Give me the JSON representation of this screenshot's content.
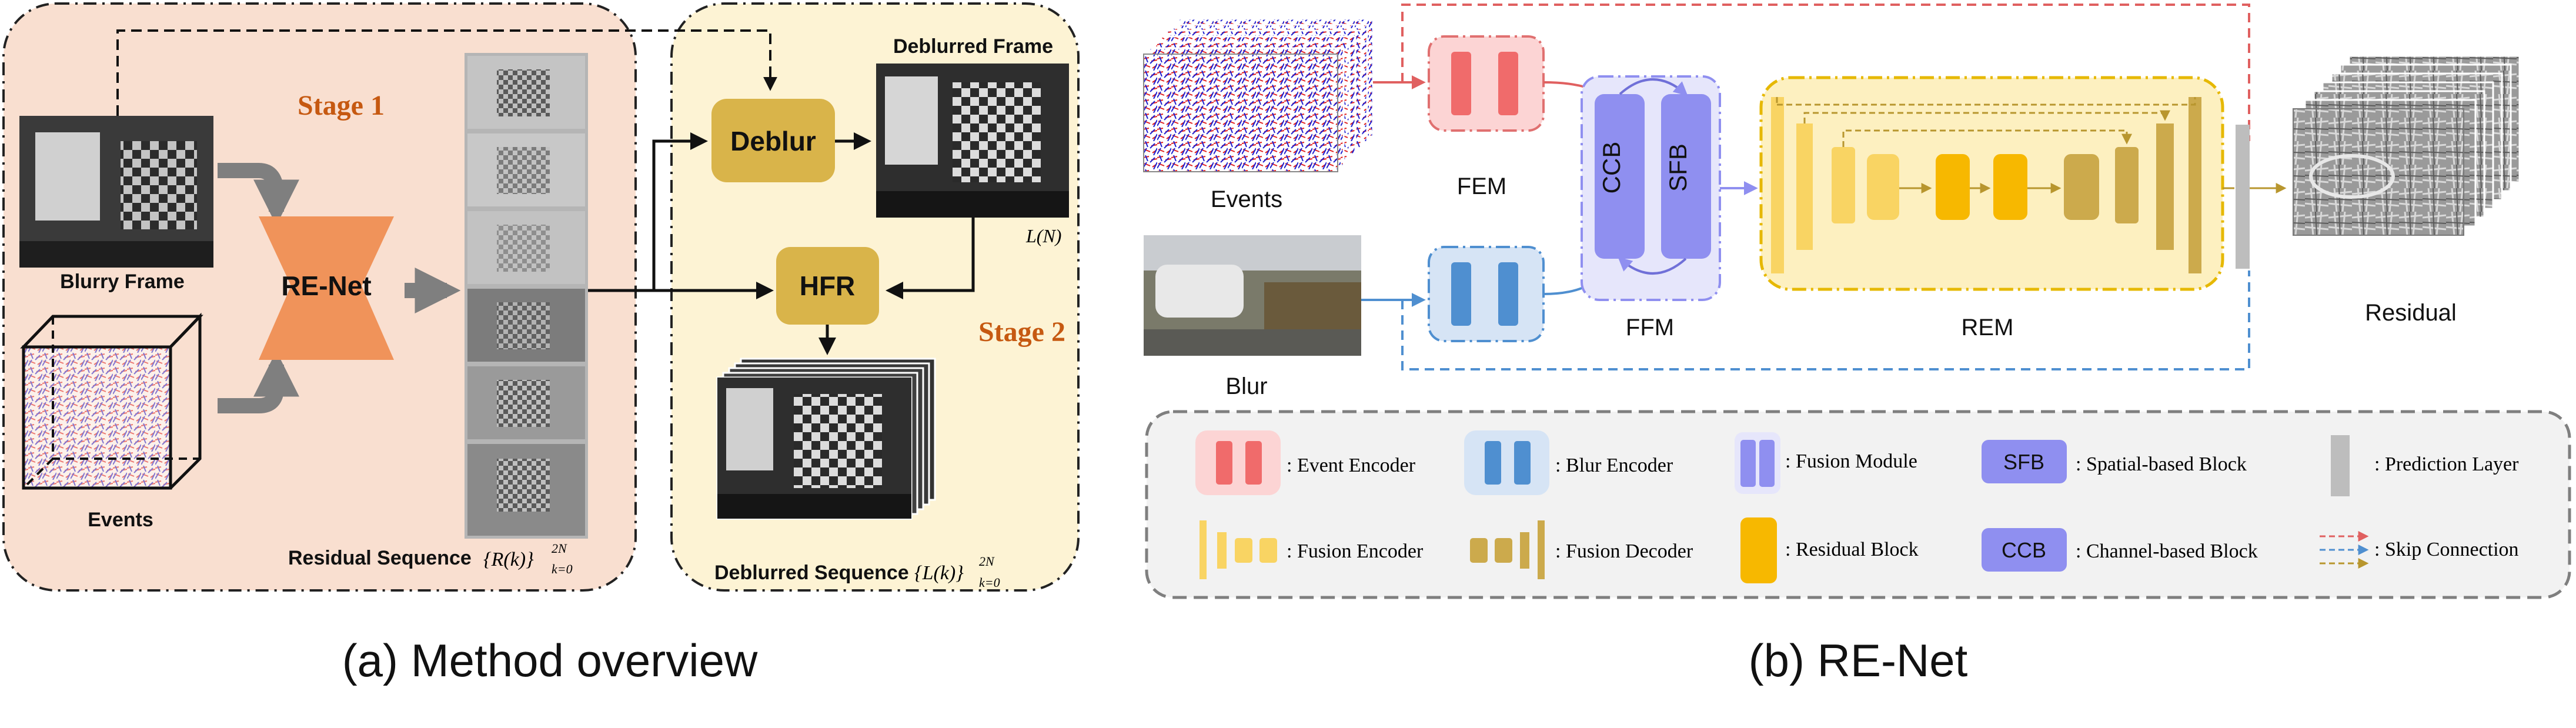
{
  "panel_a": {
    "caption": "(a) Method overview",
    "stage1": "Stage 1",
    "stage2": "Stage 2",
    "blurry_frame_label": "Blurry Frame",
    "events_label": "Events",
    "renet_label": "RE-Net",
    "residual_sequence_label": "Residual Sequence",
    "residual_sequence_math": "{R(k)}",
    "residual_sequence_sup": "2N",
    "residual_sequence_sub": "k=0",
    "deblur_label": "Deblur",
    "deblurred_frame_label": "Deblurred Frame",
    "hfr_label": "HFR",
    "ln_label": "L(N)",
    "deblurred_sequence_label": "Deblurred Sequence",
    "deblurred_sequence_math": "{L(k)}",
    "deblurred_sequence_sup": "2N",
    "deblurred_sequence_sub": "k=0"
  },
  "panel_b": {
    "caption": "(b) RE-Net",
    "events_label": "Events",
    "blur_label": "Blur",
    "fem_label": "FEM",
    "ffm_label": "FFM",
    "rem_label": "REM",
    "residual_label": "Residual",
    "ccb_short": "CCB",
    "sfb_short": "SFB"
  },
  "legend": {
    "event_encoder": ": Event Encoder",
    "blur_encoder": ": Blur Encoder",
    "fusion_module": ": Fusion Module",
    "spatial_block": ": Spatial-based Block",
    "prediction_layer": ": Prediction Layer",
    "fusion_encoder": ": Fusion Encoder",
    "fusion_decoder": ": Fusion Decoder",
    "residual_block": ": Residual Block",
    "channel_block": ": Channel-based Block",
    "skip_connection": ": Skip Connection",
    "sfb_badge": "SFB",
    "ccb_badge": "CCB"
  },
  "colors": {
    "stage1_bg": "#f9dfd0",
    "stage2_bg": "#fdf3d4",
    "renet_orange": "#f0935a",
    "gold_box": "#d9b44a",
    "stage_text": "#c65911",
    "event_encoder": "#f48b8b",
    "blur_encoder": "#4f8fd0",
    "ffm_purple": "#8f8ff0",
    "rem_yellow": "#f9d463",
    "residual_block": "#f7b800",
    "decoder_gold": "#ccaa4c",
    "prediction_gray": "#bdbdbd"
  }
}
